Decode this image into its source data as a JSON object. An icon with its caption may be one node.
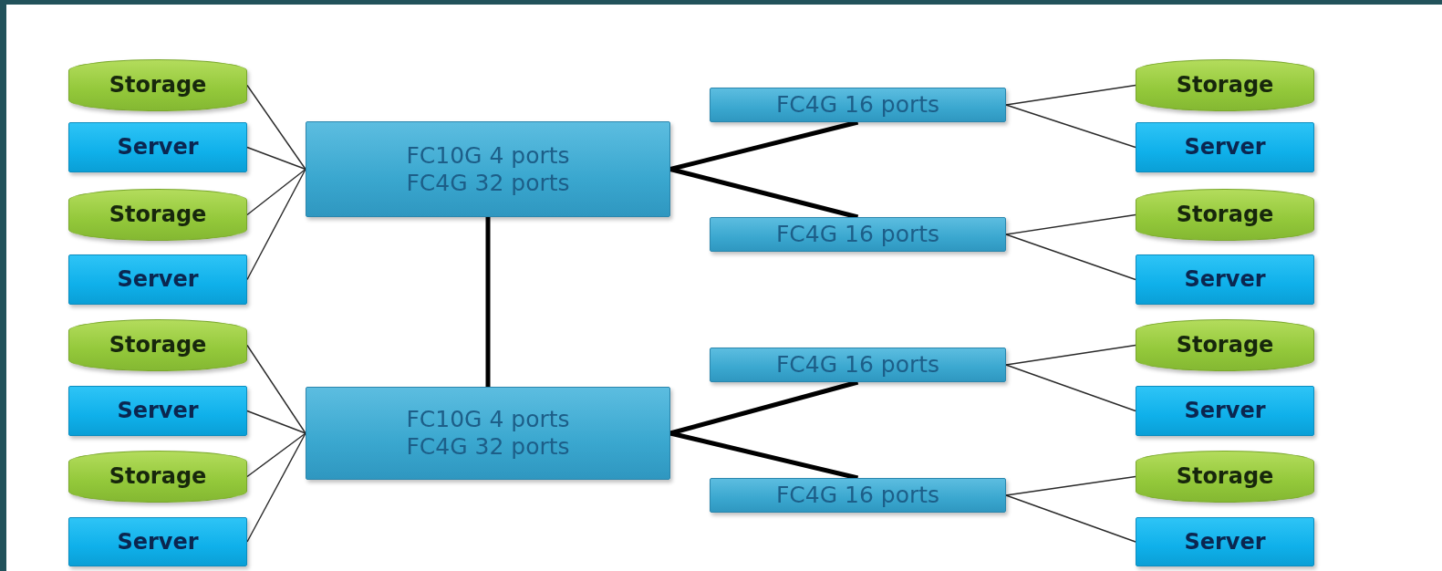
{
  "diagram": {
    "nodes": [
      {
        "text": [
          "Storage"
        ]
      },
      {
        "text": [
          "Server"
        ]
      },
      {
        "text": [
          "Storage"
        ]
      },
      {
        "text": [
          "Server"
        ]
      },
      {
        "text": [
          "Storage"
        ]
      },
      {
        "text": [
          "Server"
        ]
      },
      {
        "text": [
          "Storage"
        ]
      },
      {
        "text": [
          "Server"
        ]
      },
      {
        "text": [
          "FC10G 4 ports FC4G 32 ports"
        ]
      },
      {
        "text": [
          "FC10G 4 ports FC4G 32 ports"
        ]
      },
      {
        "text": [
          "FC4G 16 ports"
        ]
      },
      {
        "text": [
          "FC4G 16 ports"
        ]
      },
      {
        "text": [
          "FC4G 16 ports"
        ]
      },
      {
        "text": [
          "FC4G 16 ports"
        ]
      },
      {
        "text": [
          "Storage"
        ]
      },
      {
        "text": [
          "Server"
        ]
      },
      {
        "text": [
          "Storage"
        ]
      },
      {
        "text": [
          "Server"
        ]
      },
      {
        "text": [
          "Storage"
        ]
      },
      {
        "text": [
          "Server"
        ]
      },
      {
        "text": [
          "Storage"
        ]
      },
      {
        "text": [
          "Server"
        ]
      }
    ],
    "edges": [
      {
        "from": 0,
        "to": 8,
        "arrow": "none"
      },
      {
        "from": 1,
        "to": 8,
        "arrow": "none"
      },
      {
        "from": 2,
        "to": 8,
        "arrow": "none"
      },
      {
        "from": 3,
        "to": 8,
        "arrow": "none"
      },
      {
        "from": 4,
        "to": 9,
        "arrow": "none"
      },
      {
        "from": 5,
        "to": 9,
        "arrow": "none"
      },
      {
        "from": 6,
        "to": 9,
        "arrow": "none"
      },
      {
        "from": 7,
        "to": 9,
        "arrow": "none"
      },
      {
        "from": 8,
        "to": 9,
        "arrow": "none",
        "style": "thick"
      },
      {
        "from": 8,
        "to": 10,
        "arrow": "none",
        "style": "thick"
      },
      {
        "from": 8,
        "to": 11,
        "arrow": "none",
        "style": "thick"
      },
      {
        "from": 9,
        "to": 12,
        "arrow": "none",
        "style": "thick"
      },
      {
        "from": 9,
        "to": 13,
        "arrow": "none",
        "style": "thick"
      },
      {
        "from": 10,
        "to": 14,
        "arrow": "none"
      },
      {
        "from": 10,
        "to": 15,
        "arrow": "none"
      },
      {
        "from": 11,
        "to": 16,
        "arrow": "none"
      },
      {
        "from": 11,
        "to": 17,
        "arrow": "none"
      },
      {
        "from": 12,
        "to": 18,
        "arrow": "none"
      },
      {
        "from": 12,
        "to": 19,
        "arrow": "none"
      },
      {
        "from": 13,
        "to": 20,
        "arrow": "none"
      },
      {
        "from": 13,
        "to": 21,
        "arrow": "none"
      }
    ]
  }
}
